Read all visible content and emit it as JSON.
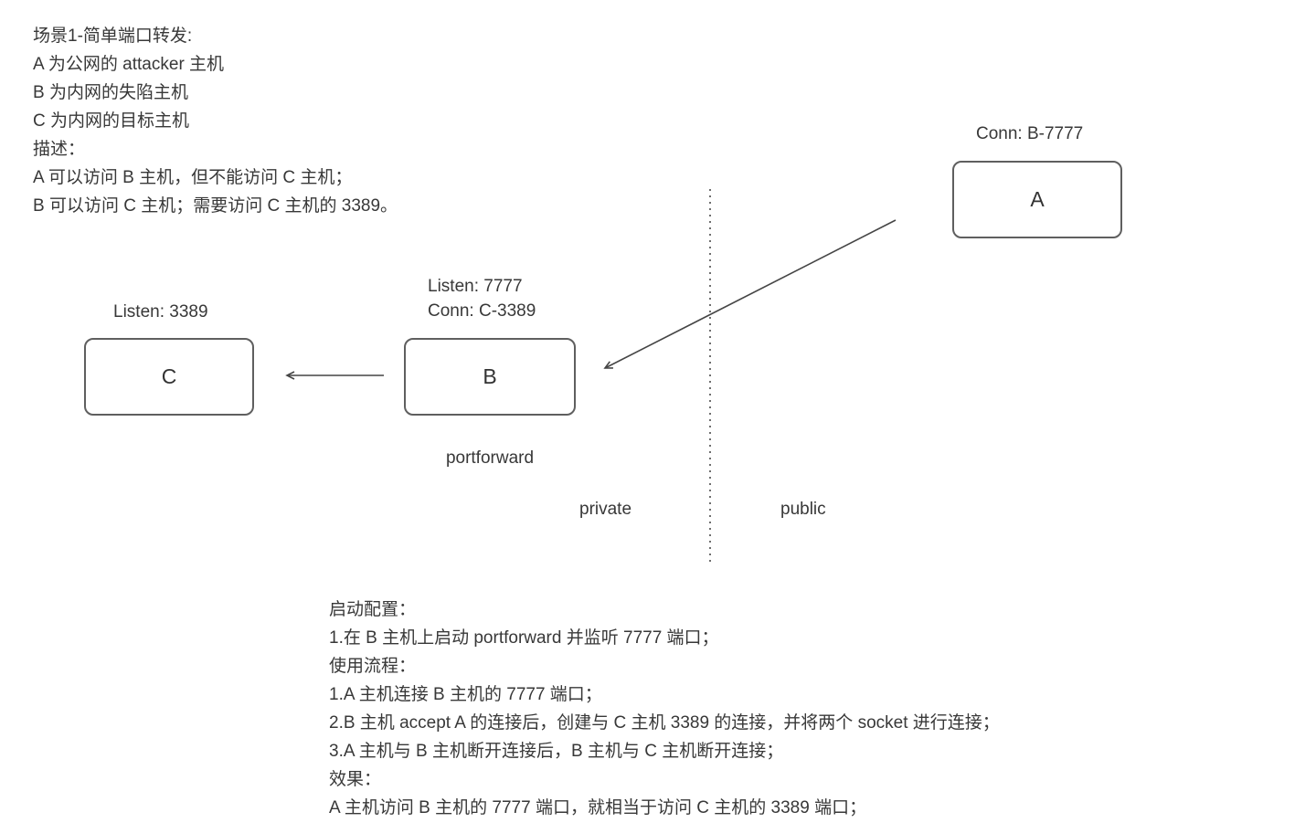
{
  "scenario": {
    "lines": [
      "场景1-简单端口转发:",
      "A 为公网的 attacker 主机",
      "B 为内网的失陷主机",
      "C 为内网的目标主机",
      "描述：",
      "A 可以访问 B 主机，但不能访问 C 主机；",
      "B 可以访问 C 主机；需要访问 C 主机的 3389。"
    ]
  },
  "diagram": {
    "node_a": {
      "label": "A",
      "annotation": "Conn: B-7777"
    },
    "node_b": {
      "label": "B",
      "annotation_line1": "Listen: 7777",
      "annotation_line2": "Conn: C-3389",
      "caption": "portforward"
    },
    "node_c": {
      "label": "C",
      "annotation": "Listen: 3389"
    },
    "zones": {
      "private": "private",
      "public": "public"
    }
  },
  "instructions": {
    "lines": [
      "启动配置：",
      "1.在 B 主机上启动 portforward 并监听 7777 端口；",
      "使用流程：",
      "1.A 主机连接 B 主机的 7777 端口；",
      "2.B 主机 accept A 的连接后，创建与 C 主机 3389 的连接，并将两个 socket 进行连接；",
      "3.A 主机与 B 主机断开连接后，B 主机与 C 主机断开连接；",
      "效果：",
      "A 主机访问 B 主机的 7777 端口，就相当于访问 C 主机的 3389 端口；"
    ]
  }
}
